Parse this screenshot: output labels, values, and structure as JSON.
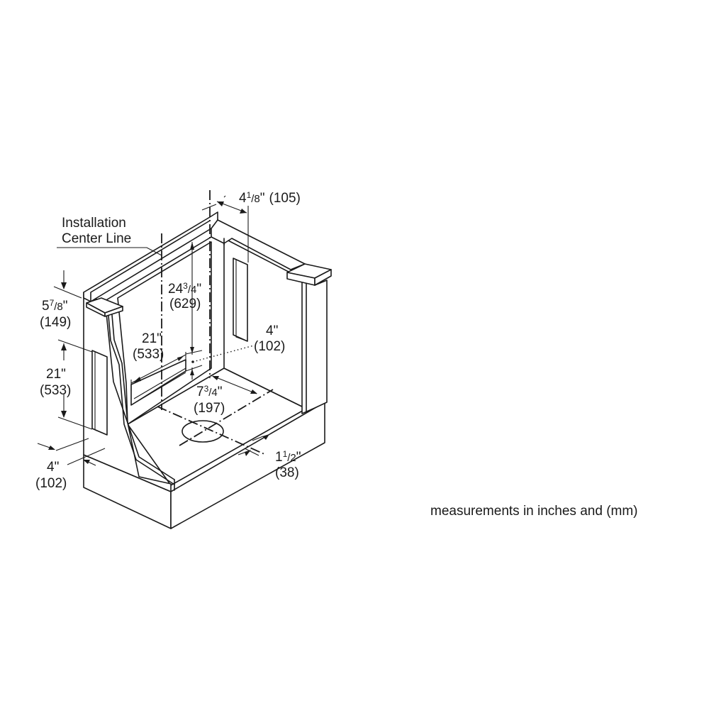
{
  "diagram": {
    "title_label": {
      "line1": "Installation",
      "line2": "Center Line"
    },
    "dimensions": {
      "top_offset": {
        "whole": "4",
        "sup": "1",
        "sub": "/8",
        "unit": "\"",
        "mm": "(105)"
      },
      "left_top_height": {
        "whole": "5",
        "sup": "7",
        "sub": "/8",
        "unit": "\"",
        "mm": "(149)"
      },
      "left_cutout_height": {
        "inch": "21\"",
        "mm": "(533)"
      },
      "left_bottom_width": {
        "inch": "4\"",
        "mm": "(102)"
      },
      "back_height": {
        "whole": "24",
        "sup": "3",
        "sub": "/4",
        "unit": "\"",
        "mm": "(629)"
      },
      "back_cutout_width": {
        "inch": "21\"",
        "mm": "(533)"
      },
      "right_point": {
        "inch": "4\"",
        "mm": "(102)"
      },
      "floor_depth": {
        "whole": "7",
        "sup": "3",
        "sub": "/4",
        "unit": "\"",
        "mm": "(197)"
      },
      "front_offset": {
        "whole": "1",
        "sup": "1",
        "sub": "/2",
        "unit": "\"",
        "mm": "(38)"
      }
    },
    "note": "measurements in inches and (mm)",
    "colors": {
      "line": "#1a1a1a",
      "background": "#ffffff"
    }
  }
}
